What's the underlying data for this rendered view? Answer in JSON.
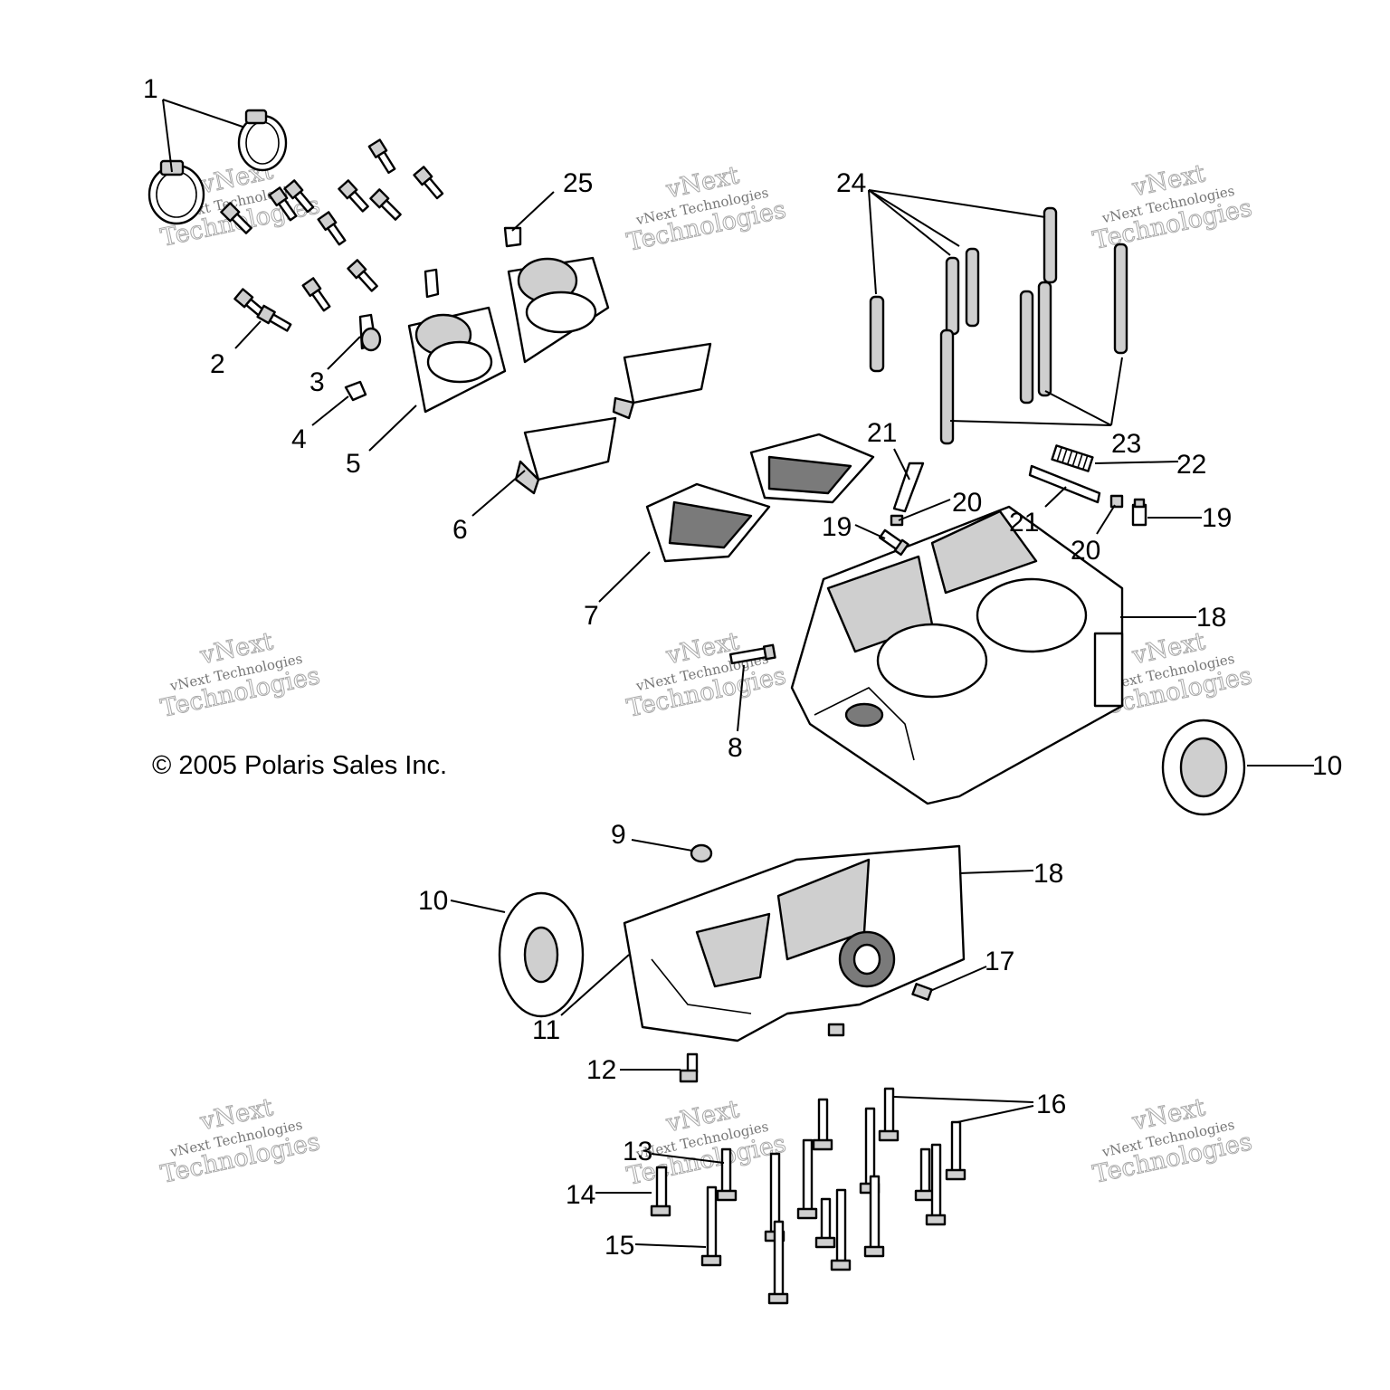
{
  "copyright": "© 2005 Polaris Sales Inc.",
  "watermark": {
    "line1": "vNext",
    "line2": "vNext Technologies",
    "line3": "Technologies"
  },
  "callouts": [
    "1",
    "2",
    "3",
    "4",
    "5",
    "6",
    "7",
    "8",
    "9",
    "10",
    "10",
    "11",
    "12",
    "13",
    "14",
    "15",
    "16",
    "17",
    "18",
    "18",
    "19",
    "19",
    "20",
    "20",
    "21",
    "21",
    "22",
    "23",
    "24",
    "25"
  ]
}
